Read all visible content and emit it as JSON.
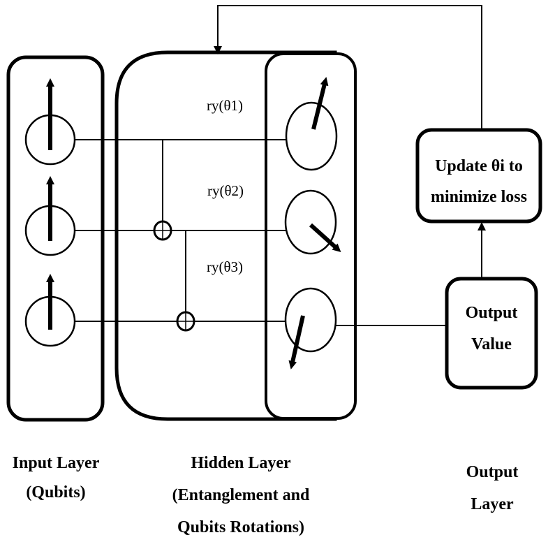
{
  "gates": [
    {
      "label": "ry(θ1)",
      "base": "r",
      "sub": "y",
      "arg": "(θ1)"
    },
    {
      "label": "ry(θ2)",
      "base": "r",
      "sub": "y",
      "arg": "(θ2)"
    },
    {
      "label": "ry(θ3)",
      "base": "r",
      "sub": "y",
      "arg": "(θ3)"
    }
  ],
  "update_box": {
    "line1": "Update θi to",
    "line2": "minimize loss"
  },
  "output_box": {
    "line1": "Output",
    "line2": "Value"
  },
  "captions": {
    "input": [
      "Input Layer",
      "(Qubits)"
    ],
    "hidden": [
      "Hidden Layer",
      "(Entanglement and",
      "Qubits Rotations)"
    ],
    "output": [
      "Output",
      "Layer"
    ]
  }
}
